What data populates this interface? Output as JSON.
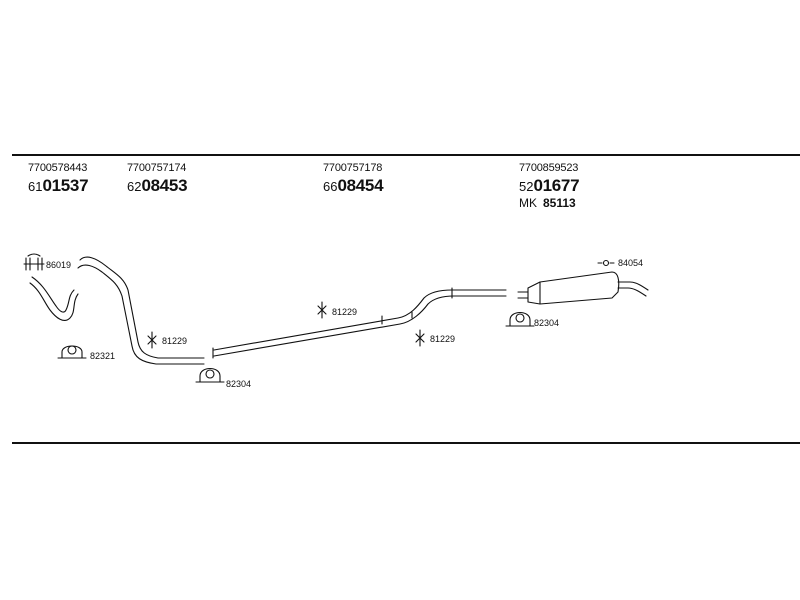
{
  "columns": [
    {
      "part_number": "7700578443",
      "code_prefix": "61",
      "code_main": "01537"
    },
    {
      "part_number": "7700757174",
      "code_prefix": "62",
      "code_main": "08453"
    },
    {
      "part_number": "7700757178",
      "code_prefix": "66",
      "code_main": "08454"
    },
    {
      "part_number": "7700859523",
      "code_prefix": "52",
      "code_main": "01677"
    }
  ],
  "mk": {
    "label": "MK",
    "value": "85113"
  },
  "callouts": {
    "top_bracket": "86019",
    "clamp_left": "82321",
    "mount_left": "81229",
    "clamp_mid": "82304",
    "mount_mid": "81229",
    "mount_right": "81229",
    "clamp_right": "82304",
    "tail_bracket": "84054"
  }
}
